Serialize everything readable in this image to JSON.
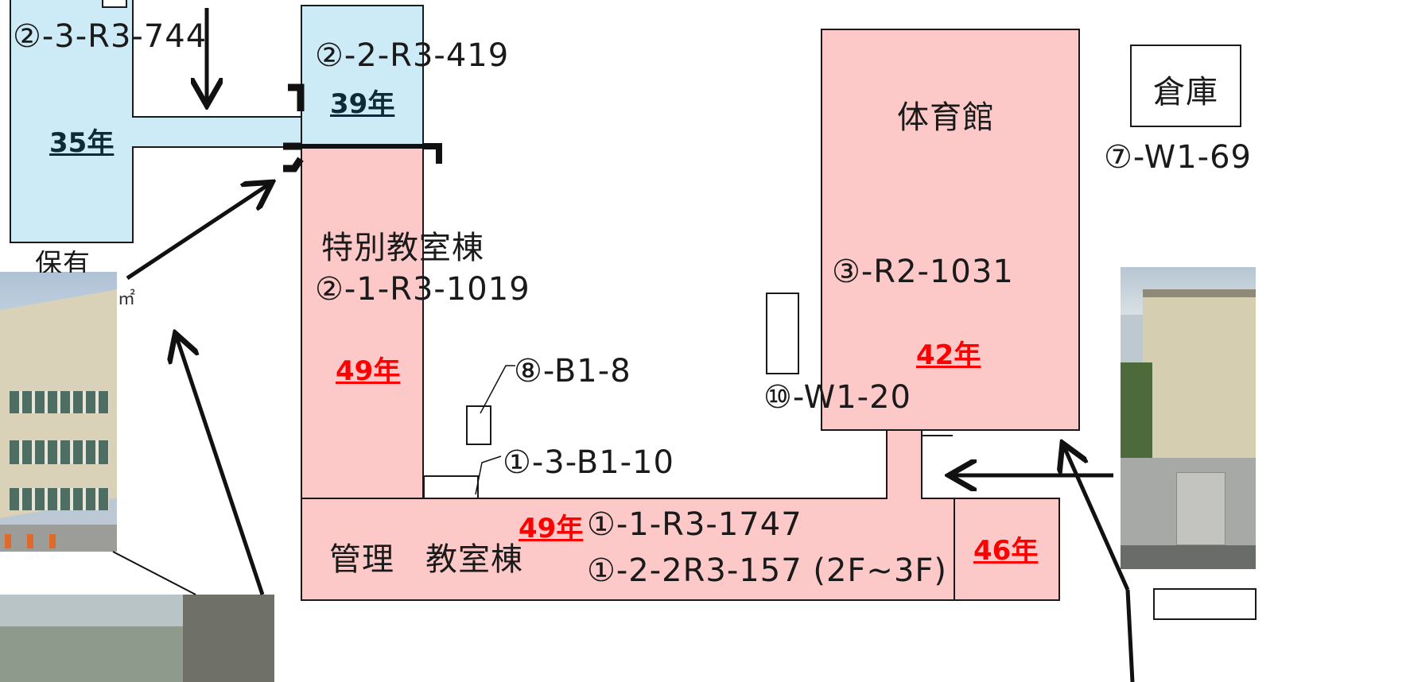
{
  "buildings": {
    "hoyu_label": "保有",
    "hoyu_unit": "㎡",
    "b2_3_code": "②-3-R3-744",
    "b2_3_age": "35年",
    "b2_2_code": "②-2-R3-419",
    "b2_2_age": "39年",
    "b2_1_name": "特別教室棟",
    "b2_1_code": "②-1-R3-1019",
    "b2_1_age": "49年",
    "b8_code": "⑧-B1-8",
    "b1_3_code": "①-3-B1-10",
    "b10_code": "⑩-W1-20",
    "gym_name": "体育館",
    "gym_code": "③-R2-1031",
    "gym_age": "42年",
    "storage_name": "倉庫",
    "storage_code": "⑦-W1-69",
    "admin_name_1": "管理",
    "admin_name_2": "教室棟",
    "admin_age": "49年",
    "admin_code_1": "①-1-R3-1747",
    "admin_code_2": "①-2-2R3-157 (2F~3F)",
    "annex_age": "46年"
  },
  "colors": {
    "aged_light": "#cdeaf7",
    "aged_heavy": "#fcc8c8",
    "age_red": "#ff0000",
    "age_dark": "#0e2a3a"
  }
}
